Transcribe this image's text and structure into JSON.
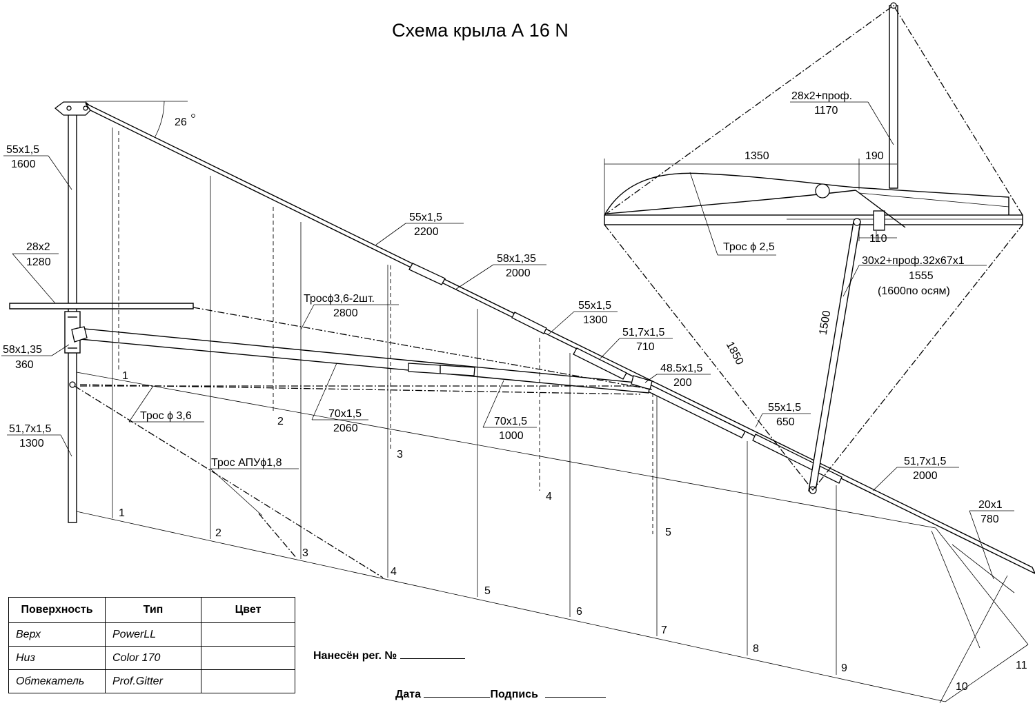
{
  "title": "Схема крыла А 16 N",
  "angle_label": "26",
  "parts": [
    {
      "id": "p-55x1.5-1600",
      "size": "55x1,5",
      "length": "1600"
    },
    {
      "id": "p-28x2-1280",
      "size": "28x2",
      "length": "1280"
    },
    {
      "id": "p-58x1.35-360",
      "size": "58x1,35",
      "length": "360"
    },
    {
      "id": "p-51.7x1.5-1300",
      "size": "51,7x1,5",
      "length": "1300"
    },
    {
      "id": "p-55x1.5-2200",
      "size": "55x1,5",
      "length": "2200"
    },
    {
      "id": "p-58x1.35-2000",
      "size": "58x1,35",
      "length": "2000"
    },
    {
      "id": "p-cable-3.6-2",
      "size": "Тросϕ3,6-2шт.",
      "length": "2800"
    },
    {
      "id": "p-55x1.5-1300",
      "size": "55x1,5",
      "length": "1300"
    },
    {
      "id": "p-51.7x1.5-710",
      "size": "51,7x1,5",
      "length": "710"
    },
    {
      "id": "p-48.5x1.5-200",
      "size": "48.5x1,5",
      "length": "200"
    },
    {
      "id": "p-70x1.5-2060",
      "size": "70x1,5",
      "length": "2060"
    },
    {
      "id": "p-70x1.5-1000",
      "size": "70x1,5",
      "length": "1000"
    },
    {
      "id": "p-55x1.5-650",
      "size": "55x1,5",
      "length": "650"
    },
    {
      "id": "p-51.7x1.5-2000",
      "size": "51,7x1,5",
      "length": "2000"
    },
    {
      "id": "p-20x1-780",
      "size": "20x1",
      "length": "780"
    },
    {
      "id": "p-28x2-prof-1170",
      "size": "28x2+проф.",
      "length": "1170"
    },
    {
      "id": "p-30x2-prof-1555",
      "size": "30x2+проф.32x67x1",
      "length": "1555",
      "note": "(1600по осям)"
    }
  ],
  "cables": {
    "cable_3_6": "Трос ϕ 3,6",
    "cable_apu": "Трос АПУϕ1,8",
    "cable_2_5": "Трос ϕ 2,5"
  },
  "dimensions": {
    "d1350": "1350",
    "d190": "190",
    "d110": "110",
    "d1850": "1850",
    "d1500": "1500"
  },
  "rib_numbers": {
    "upper": [
      "1",
      "2",
      "3",
      "4",
      "5"
    ],
    "lower": [
      "1",
      "2",
      "3",
      "4",
      "5",
      "6",
      "7",
      "8",
      "9",
      "10",
      "11"
    ]
  },
  "legend": {
    "headers": [
      "Поверхность",
      "Тип",
      "Цвет"
    ],
    "rows": [
      {
        "surface": "Верх",
        "type": "PowerLL",
        "color": ""
      },
      {
        "surface": "Низ",
        "type": "Color 170",
        "color": ""
      },
      {
        "surface": "Обтекатель",
        "type": "Prof.Gitter",
        "color": ""
      }
    ]
  },
  "form": {
    "reg_label": "Нанесён рег. №",
    "date_label": "Дата",
    "sign_label": "Подпись"
  }
}
